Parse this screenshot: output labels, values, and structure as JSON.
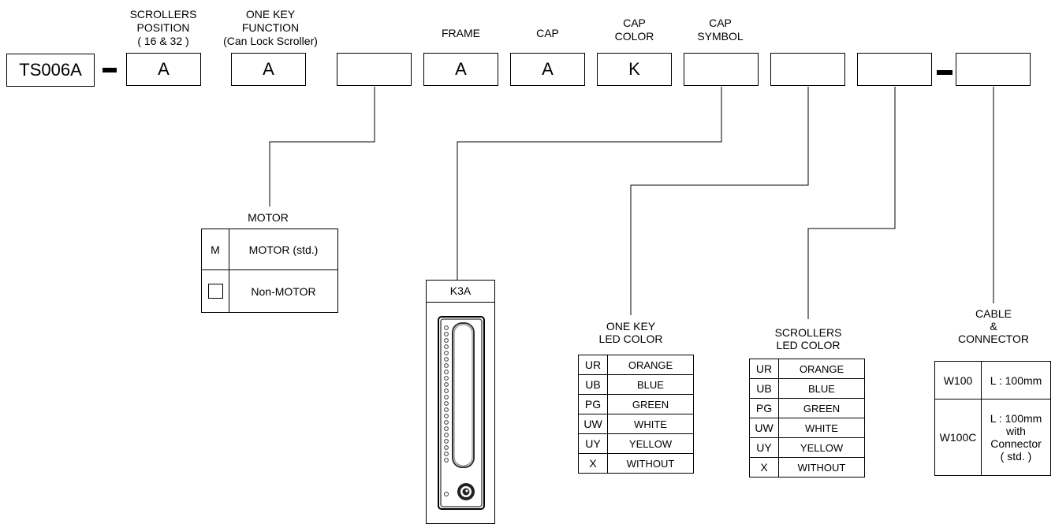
{
  "code": {
    "prefix": "TS006A",
    "boxes": [
      {
        "header": "SCROLLERS\nPOSITION\n( 16 & 32 )",
        "value": "A"
      },
      {
        "header": "ONE KEY\nFUNCTION\n(Can Lock Scroller)",
        "value": "A"
      },
      {
        "header": "",
        "value": ""
      },
      {
        "header": "FRAME",
        "value": "A"
      },
      {
        "header": "CAP",
        "value": "A"
      },
      {
        "header": "CAP\nCOLOR",
        "value": "K"
      },
      {
        "header": "CAP\nSYMBOL",
        "value": ""
      },
      {
        "header": "",
        "value": ""
      },
      {
        "header": "",
        "value": ""
      },
      {
        "header": "",
        "value": ""
      }
    ]
  },
  "motor": {
    "title": "MOTOR",
    "rows": [
      {
        "code": "M",
        "desc": "MOTOR (std.)"
      },
      {
        "code": "",
        "desc": "Non-MOTOR"
      }
    ]
  },
  "symbol": {
    "title": "K3A"
  },
  "one_key_led": {
    "title": "ONE KEY\nLED  COLOR",
    "rows": [
      {
        "code": "UR",
        "color": "ORANGE"
      },
      {
        "code": "UB",
        "color": "BLUE"
      },
      {
        "code": "PG",
        "color": "GREEN"
      },
      {
        "code": "UW",
        "color": "WHITE"
      },
      {
        "code": "UY",
        "color": "YELLOW"
      },
      {
        "code": "X",
        "color": "WITHOUT"
      }
    ]
  },
  "scrollers_led": {
    "title": "SCROLLERS\nLED  COLOR",
    "rows": [
      {
        "code": "UR",
        "color": "ORANGE"
      },
      {
        "code": "UB",
        "color": "BLUE"
      },
      {
        "code": "PG",
        "color": "GREEN"
      },
      {
        "code": "UW",
        "color": "WHITE"
      },
      {
        "code": "UY",
        "color": "YELLOW"
      },
      {
        "code": "X",
        "color": "WITHOUT"
      }
    ]
  },
  "cable": {
    "title": "CABLE\n&\nCONNECTOR",
    "rows": [
      {
        "code": "W100",
        "desc": "L : 100mm"
      },
      {
        "code": "W100C",
        "desc": "L : 100mm\nwith\nConnector\n( std. )"
      }
    ]
  }
}
